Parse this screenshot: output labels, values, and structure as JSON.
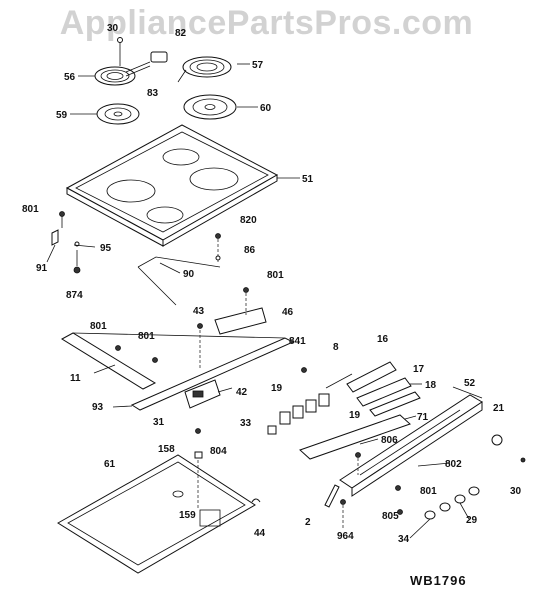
{
  "watermark": "AppliancePartsPros.com",
  "diagram_code": "WB1796",
  "labels": {
    "l30a": "30",
    "l82": "82",
    "l56": "56",
    "l57": "57",
    "l83": "83",
    "l59": "59",
    "l60": "60",
    "l51": "51",
    "l801a": "801",
    "l820": "820",
    "l86": "86",
    "l95": "95",
    "l91": "91",
    "l90": "90",
    "l874": "874",
    "l801b": "801",
    "l43": "43",
    "l46": "46",
    "l801c": "801",
    "l801d": "801",
    "l841": "841",
    "l8": "8",
    "l16": "16",
    "l11": "11",
    "l17": "17",
    "l42": "42",
    "l18": "18",
    "l52": "52",
    "l93": "93",
    "l19a": "19",
    "l19b": "19",
    "l31": "31",
    "l71": "71",
    "l21": "21",
    "l33": "33",
    "l806": "806",
    "l158": "158",
    "l804": "804",
    "l802": "802",
    "l61": "61",
    "l30b": "30",
    "l801e": "801",
    "l159": "159",
    "l2": "2",
    "l805": "805",
    "l29": "29",
    "l44": "44",
    "l964": "964",
    "l34": "34"
  }
}
